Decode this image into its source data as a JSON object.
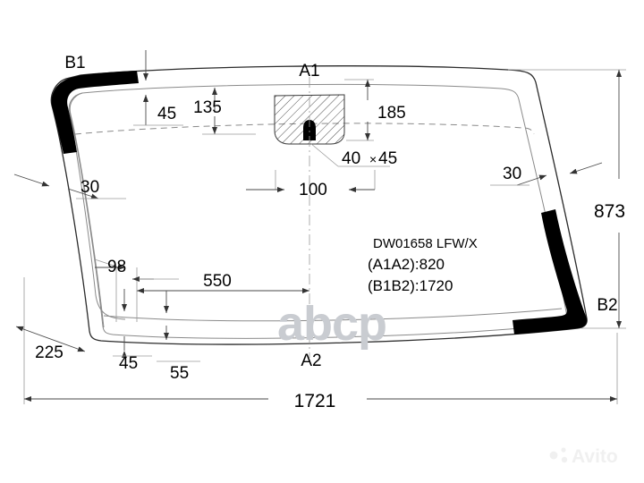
{
  "drawing": {
    "part_number": "DW01658 LFW/X",
    "spec_a": "(A1A2):820",
    "spec_b": "(B1B2):1720",
    "corner_labels": {
      "b1": "B1",
      "b2": "B2",
      "a1": "A1",
      "a2": "A2"
    },
    "dimensions": {
      "top_band_45": "45",
      "top_band_135": "135",
      "mirror_height_185": "185",
      "mirror_size_40x45": "40",
      "mirror_size_sep": "×",
      "mirror_size_45": "45",
      "mirror_offset_100": "100",
      "left_edge_30": "30",
      "right_edge_30": "30",
      "overall_height_873": "873",
      "overall_width_1721": "1721",
      "bottom_550": "550",
      "bottom_98": "98",
      "bottom_left_225": "225",
      "bottom_45": "45",
      "bottom_55": "55"
    },
    "watermarks": {
      "center": "abcp",
      "corner": "Avito"
    },
    "colors": {
      "outline": "#2b2b2b",
      "inner": "#8a8a8a",
      "black_band": "#000000",
      "watermark_center": "#c9ccd1",
      "watermark_corner": "#f0f0f0"
    }
  }
}
